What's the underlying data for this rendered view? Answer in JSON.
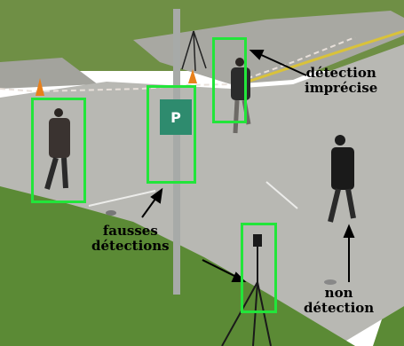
{
  "annotations": {
    "imprecise_line1": "détection",
    "imprecise_line2": "imprécise",
    "false_line1": "fausses",
    "false_line2": "détections",
    "missed_line1": "non",
    "missed_line2": "détection"
  },
  "sign": {
    "text": "P",
    "color": "#2e8b6e"
  },
  "colors": {
    "box": "#22e53a",
    "grass": "#5f8b3a",
    "pavement": "#b9b9b5"
  }
}
